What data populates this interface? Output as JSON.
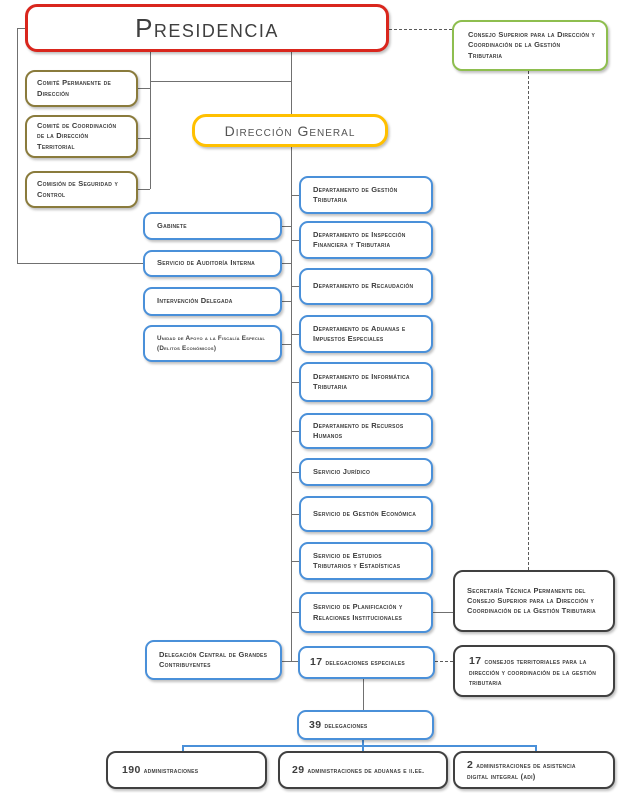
{
  "nodes": {
    "presidencia": "Presidencia",
    "consejo_superior": "Consejo Superior para la Dirección y Coordinación de la Gestión Tributaria",
    "comite_permanente": "Comité Permanente de Dirección",
    "comite_coordinacion": "Comité de Coordinación de la Dirección Territorial",
    "comision_seguridad": "Comisión de Seguridad y Control",
    "direccion_general": "Dirección General",
    "gabinete": "Gabinete",
    "auditoria": "Servicio de Auditoría Interna",
    "intervencion": "Intervención Delegada",
    "unidad_apoyo": "Unidad de Apoyo a la Fiscalía Especial (Delitos Económicos)",
    "dep_gestion": "Departamento de Gestión Tributaria",
    "dep_inspeccion": "Departamento de Inspección Financiera y Tributaria",
    "dep_recaudacion": "Departamento de Recaudación",
    "dep_aduanas": "Departamento de Aduanas e Impuestos Especiales",
    "dep_informatica": "Departamento de Informática Tributaria",
    "dep_rrhh": "Departamento de Recursos Humanos",
    "serv_juridico": "Servicio Jurídico",
    "serv_gestion_economica": "Servicio de Gestión Económica",
    "serv_estudios": "Servicio de Estudios Tributarios y Estadísticas",
    "serv_planificacion": "Servicio de Planificación y Relaciones Institucionales",
    "secretaria_tecnica": "Secretaría Técnica Permanente del Consejo Superior para la Dirección y Coordinación de la Gestión Tributaria",
    "delegacion_central": "Delegación Central de Grandes Contribuyentes",
    "delegaciones_especiales": {
      "count": "17",
      "label": "delegaciones especiales"
    },
    "consejos_territoriales": {
      "count": "17",
      "label": "consejos territoriales para la dirección y coordinación de la gestión tributaria"
    },
    "delegaciones": {
      "count": "39",
      "label": "delegaciones"
    },
    "administraciones": {
      "count": "190",
      "label": "administraciones"
    },
    "admin_aduanas": {
      "count": "29",
      "label": "administraciones de aduanas e ii.ee."
    },
    "admin_adi": {
      "count": "2",
      "label": "administraciones de asistencia digital integral (adi)"
    }
  },
  "colors": {
    "presidencia_border": "#d9261d",
    "comites_border": "#8a7b3c",
    "direccion_general_border": "#ffc000",
    "departamentos_border": "#4a90d9",
    "consejo_superior_border": "#8ebe4f",
    "territorial_border": "#404040",
    "connector_gray": "#707070",
    "connector_blue": "#4a90d9",
    "text": "#3d3d3d"
  }
}
